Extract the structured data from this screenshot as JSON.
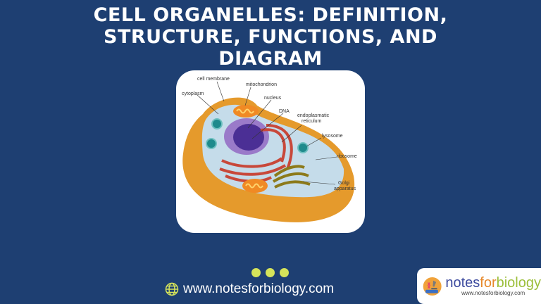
{
  "title": {
    "lines": [
      "CELL ORGANELLES: DEFINITION,",
      "STRUCTURE, FUNCTIONS, AND",
      "DIAGRAM"
    ]
  },
  "diagram": {
    "labels": {
      "cell_membrane": "cell membrane",
      "cytoplasm": "cytoplasm",
      "mitochondrion": "mitochondrion",
      "nucleus": "nucleus",
      "dna": "DNA",
      "er_1": "endoplasmatic",
      "er_2": "reticulum",
      "lysosome": "lysosome",
      "ribosome": "ribosome",
      "golgi_1": "Golgi",
      "golgi_2": "apparatus"
    }
  },
  "footer": {
    "website": "www.notesforbiology.com",
    "icon": "globe-icon"
  },
  "logo": {
    "name_part1": "notes",
    "name_part2": "for",
    "name_part3": "biology",
    "url": "www.notesforbiology.com"
  },
  "colors": {
    "background": "#1e3f72",
    "accent_dots": "#d6e45a"
  }
}
